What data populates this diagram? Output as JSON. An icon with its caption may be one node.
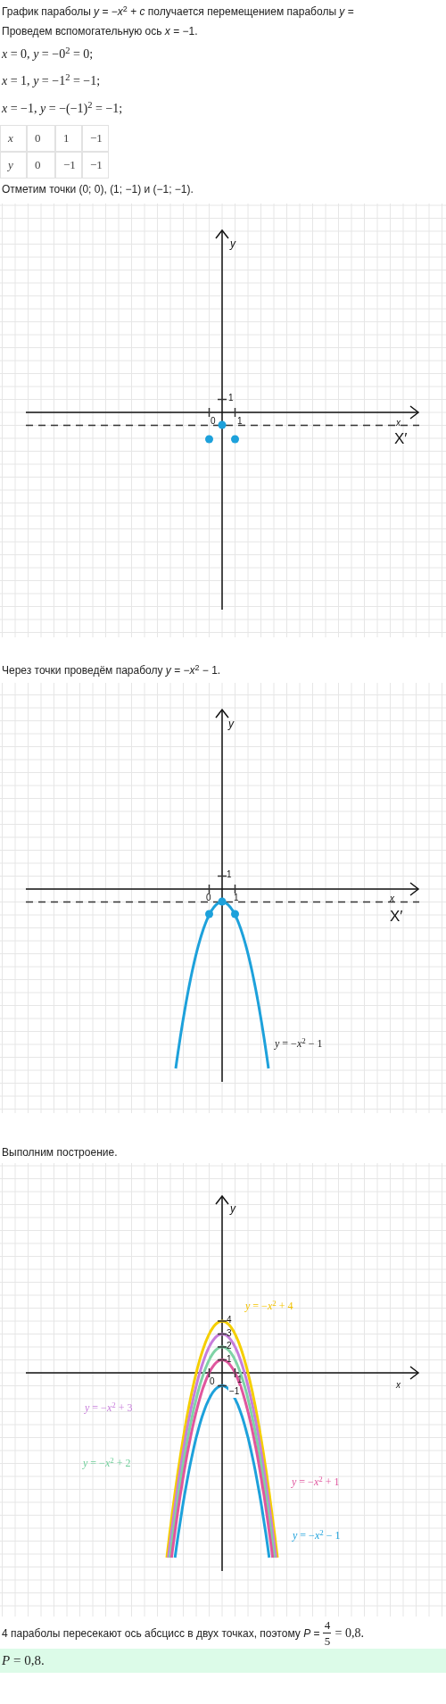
{
  "diagram": {
    "labels": [
      "График параболы *y* = −*x*$^{2}$ + *c* получается перемещением параболы *y* =",
      "Проведем вспомогательную ось *x* = −1.",
      "*x* = 0, *y* = −0$^{2}$ = 0;",
      "*x* = 1, *y* = −1$^{2}$ = −1;",
      "*x* = −1, *y* = −(−1)$^{2}$ = −1;",
      "x",
      "0",
      "1",
      "−1",
      "y",
      "0",
      "−1",
      "−1",
      "Отметим точки (0; 0), (1; −1) и (−1; −1).",
      "y",
      "1",
      "0",
      "1",
      "x",
      "X′",
      "Через точки проведём параболу *y* = −*x*$^{2}$ − 1.",
      "y",
      "1",
      "0",
      "1",
      "x",
      "X′",
      "*y* = −*x*$^{2}$ − 1",
      "Выполним построение.",
      "y",
      "4",
      "3",
      "2",
      "1",
      "0",
      "1",
      "−1",
      "x",
      "*y* = −*x*$^{2}$ + 4",
      "*y* = −*x*$^{2}$ + 3",
      "*y* = −*x*$^{2}$ + 2",
      "*y* = −*x*$^{2}$ + 1",
      "*y* = −*x*$^{2}$ − 1",
      "4 параболы пересекают ось абсцисс в двух точках, поэтому *P* =",
      "4",
      "5",
      "= 0,8.",
      "*P* = 0,8."
    ]
  }
}
